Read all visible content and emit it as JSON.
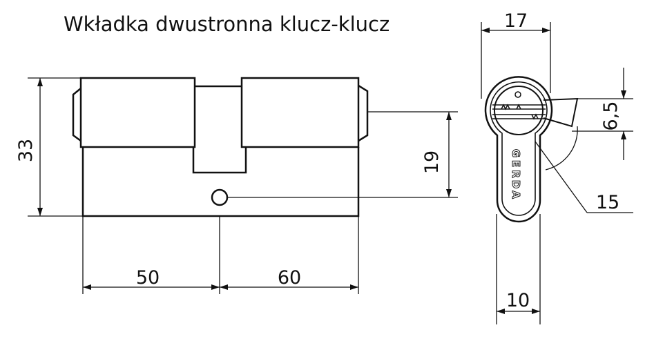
{
  "title": "Wkładka dwustronna klucz-klucz",
  "dimensions": {
    "height": "33",
    "cam_offset": "19",
    "left_length": "50",
    "right_length": "60",
    "top_width": "17",
    "cam_height": "6,5",
    "cam_radius": "15",
    "bottom_width": "10"
  },
  "brand": [
    "G",
    "E",
    "R",
    "D",
    "A"
  ],
  "colors": {
    "line": "#111111",
    "background": "#ffffff"
  }
}
